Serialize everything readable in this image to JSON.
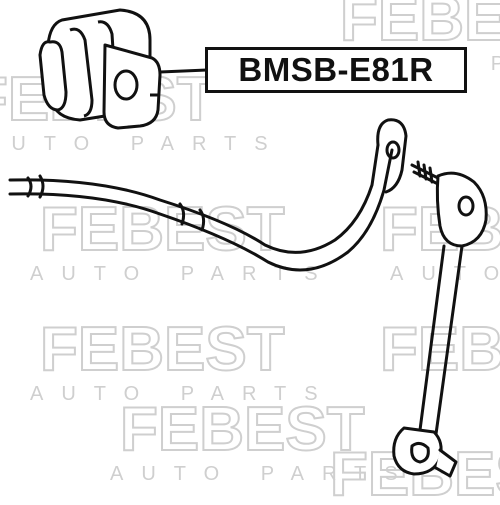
{
  "watermark": {
    "brand": "FEBEST",
    "subtitle": "AUTO PARTS",
    "color": "#cfcfcf"
  },
  "part_number": "BMSB-E81R",
  "colors": {
    "ink": "#111111",
    "background": "#ffffff"
  },
  "diagram": {
    "components": [
      "stabilizer-bushing",
      "stabilizer-bar",
      "stabilizer-link"
    ]
  }
}
